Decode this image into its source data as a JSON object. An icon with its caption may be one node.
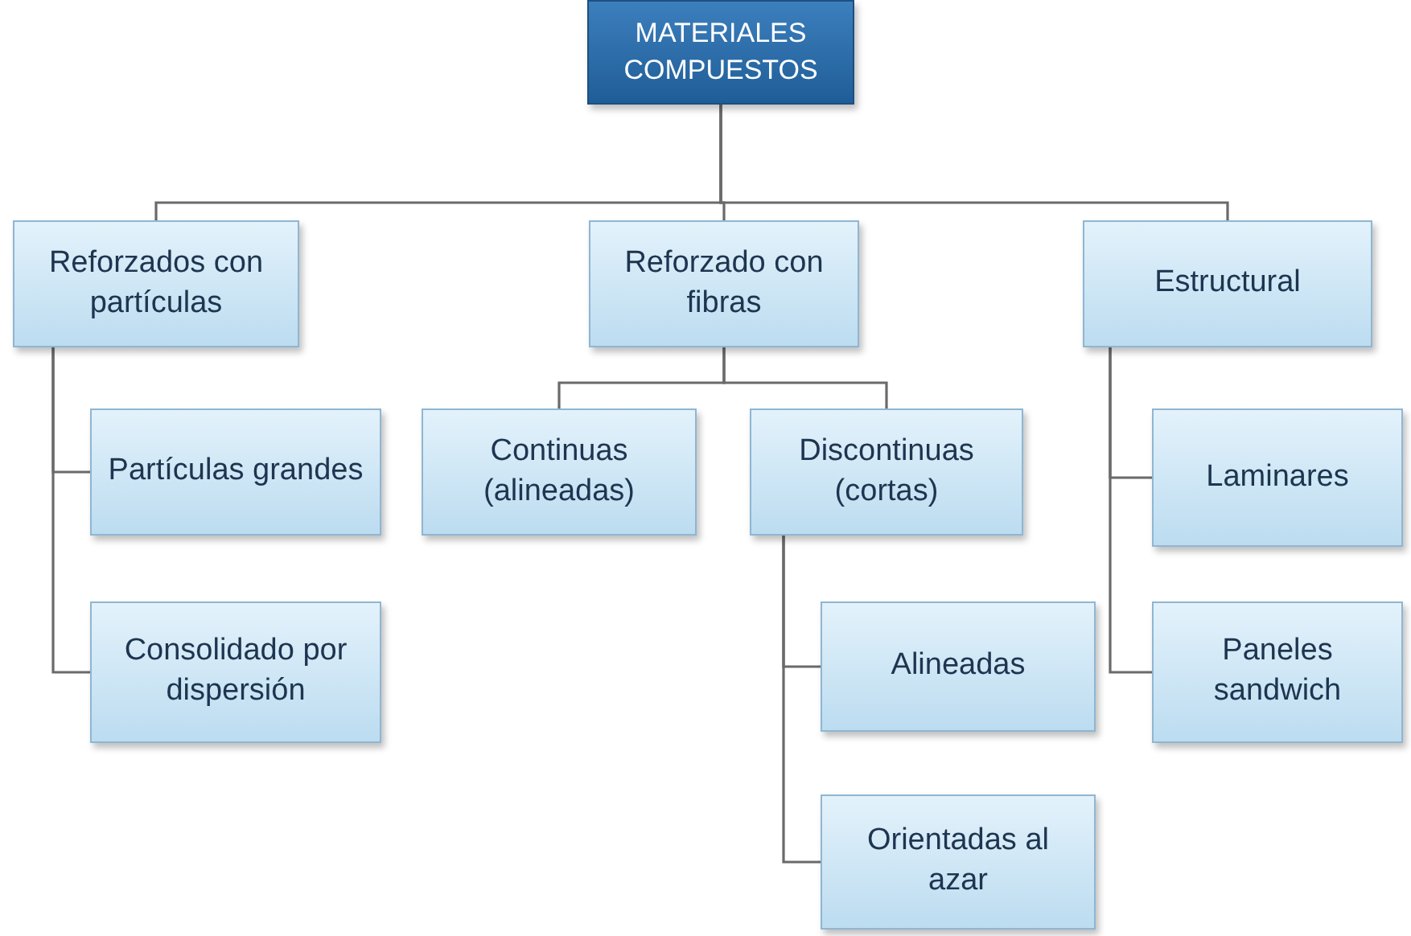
{
  "diagram": {
    "nodes": [
      {
        "text": [
          "MATERIALES COMPUESTOS"
        ]
      },
      {
        "text": [
          "Reforzados con partículas"
        ]
      },
      {
        "text": [
          "Reforzado con fibras"
        ]
      },
      {
        "text": [
          "Estructural"
        ]
      },
      {
        "text": [
          "Partículas grandes"
        ]
      },
      {
        "text": [
          "Consolidado por dispersión"
        ]
      },
      {
        "text": [
          "Continuas (alineadas)"
        ]
      },
      {
        "text": [
          "Discontinuas (cortas)"
        ]
      },
      {
        "text": [
          "Alineadas"
        ]
      },
      {
        "text": [
          "Orientadas al azar"
        ]
      },
      {
        "text": [
          "Laminares"
        ]
      },
      {
        "text": [
          "Paneles sandwich"
        ]
      }
    ],
    "edges": [
      {
        "from": 0,
        "to": 1,
        "arrow": "none"
      },
      {
        "from": 0,
        "to": 2,
        "arrow": "none"
      },
      {
        "from": 0,
        "to": 3,
        "arrow": "none"
      },
      {
        "from": 1,
        "to": 4,
        "arrow": "none"
      },
      {
        "from": 1,
        "to": 5,
        "arrow": "none"
      },
      {
        "from": 2,
        "to": 6,
        "arrow": "none"
      },
      {
        "from": 2,
        "to": 7,
        "arrow": "none"
      },
      {
        "from": 7,
        "to": 8,
        "arrow": "none"
      },
      {
        "from": 7,
        "to": 9,
        "arrow": "none"
      },
      {
        "from": 3,
        "to": 10,
        "arrow": "none"
      },
      {
        "from": 3,
        "to": 11,
        "arrow": "none"
      }
    ]
  }
}
